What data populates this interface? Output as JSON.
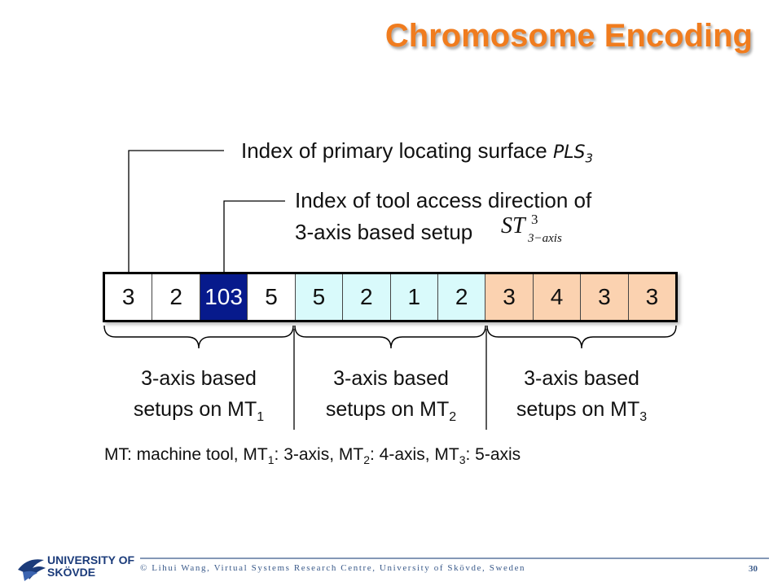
{
  "title": "Chromosome Encoding",
  "callouts": {
    "pls_text": "Index of primary locating surface ",
    "pls_symbol": "PLS",
    "pls_subscript": "3",
    "tad_line1": "Index of tool access direction of",
    "tad_line2": "3-axis based setup",
    "st_symbol": "ST",
    "st_superscript": "3",
    "st_subscript": "3−axis"
  },
  "chromosome": {
    "genes": [
      {
        "value": "3",
        "group": 1
      },
      {
        "value": "2",
        "group": 1
      },
      {
        "value": "103",
        "group": 1,
        "highlight": true
      },
      {
        "value": "5",
        "group": 1
      },
      {
        "value": "5",
        "group": 2
      },
      {
        "value": "2",
        "group": 2
      },
      {
        "value": "1",
        "group": 2
      },
      {
        "value": "2",
        "group": 2
      },
      {
        "value": "3",
        "group": 3
      },
      {
        "value": "4",
        "group": 3
      },
      {
        "value": "3",
        "group": 3
      },
      {
        "value": "3",
        "group": 3
      }
    ],
    "colors": {
      "group1": "#ffffff",
      "group2": "#d9fafb",
      "group3": "#fbd2b0",
      "highlight": "#071a8c"
    }
  },
  "segments": [
    {
      "line1": "3-axis based",
      "line2": "setups on MT",
      "sub": "1"
    },
    {
      "line1": "3-axis based",
      "line2": "setups on MT",
      "sub": "2"
    },
    {
      "line1": "3-axis based",
      "line2": "setups on MT",
      "sub": "3"
    }
  ],
  "legend": {
    "p1": "MT: machine tool, MT",
    "s1": "1",
    "p2": ": 3-axis, MT",
    "s2": "2",
    "p3": ": 4-axis, MT",
    "s3": "3",
    "p4": ": 5-axis"
  },
  "footer": {
    "logo_line1": "UNIVERSITY OF",
    "logo_line2": "SKÖVDE",
    "copyright": "© Lihui Wang, Virtual Systems Research Centre, University of Skövde, Sweden",
    "page_number": "30"
  },
  "accent_color": "#f07c1e"
}
